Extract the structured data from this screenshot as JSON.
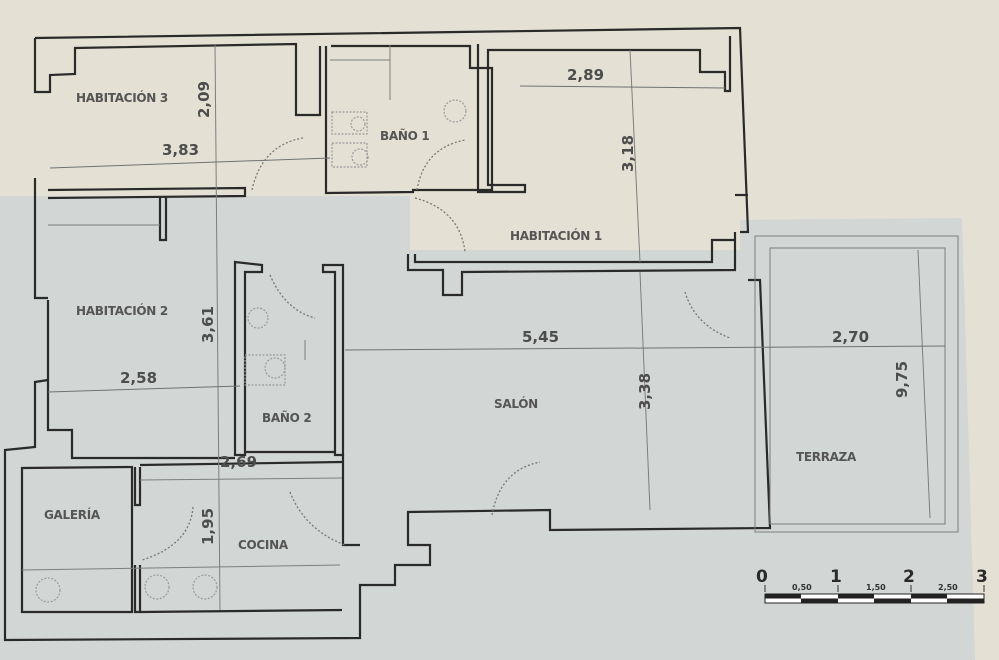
{
  "colors": {
    "paper": "#e4e0d3",
    "shade": "#cfd4d3",
    "wall": "#2a2a2a",
    "label": "#555555"
  },
  "rooms": [
    {
      "id": "habitacion-3",
      "label": "HABITACIÓN 3",
      "width": "3,83",
      "depth": "2,09"
    },
    {
      "id": "bano-1",
      "label": "BAÑO 1"
    },
    {
      "id": "habitacion-1",
      "label": "HABITACIÓN 1",
      "width": "2,89",
      "depth": "3,18"
    },
    {
      "id": "habitacion-2",
      "label": "HABITACIÓN 2",
      "width": "2,58",
      "depth": "3,61"
    },
    {
      "id": "bano-2",
      "label": "BAÑO 2"
    },
    {
      "id": "salon",
      "label": "SALÓN",
      "width": "5,45",
      "depth": "3,38"
    },
    {
      "id": "terraza",
      "label": "TERRAZA",
      "width": "2,70",
      "depth": "9,75"
    },
    {
      "id": "galeria",
      "label": "GALERÍA"
    },
    {
      "id": "cocina",
      "label": "COCINA",
      "width": "2,69",
      "depth": "1,95"
    }
  ],
  "scale_bar": {
    "major": [
      "0",
      "1",
      "2",
      "3"
    ],
    "minor": [
      "0,50",
      "1,50",
      "2,50"
    ]
  }
}
